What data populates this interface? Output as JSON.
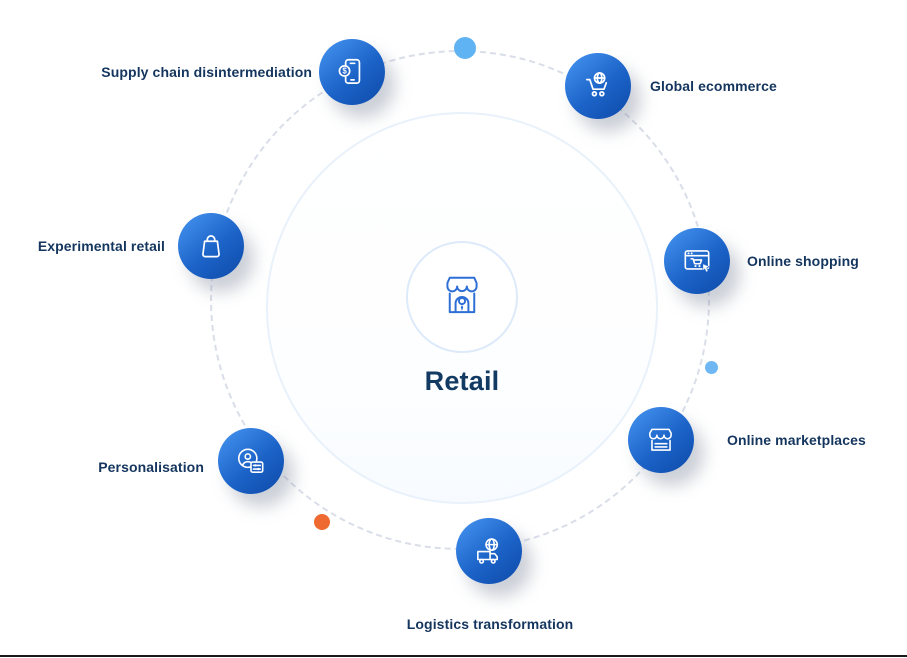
{
  "diagram": {
    "center": {
      "label": "Retail",
      "icon": "storefront-icon"
    },
    "nodes": [
      {
        "label": "Supply chain disintermediation",
        "icon": "mobile-payment-icon"
      },
      {
        "label": "Global ecommerce",
        "icon": "cart-globe-icon"
      },
      {
        "label": "Online shopping",
        "icon": "browser-cart-cursor-icon"
      },
      {
        "label": "Online marketplaces",
        "icon": "storefront-awning-icon"
      },
      {
        "label": "Logistics transformation",
        "icon": "globe-truck-icon"
      },
      {
        "label": "Personalisation",
        "icon": "target-person-sliders-icon"
      },
      {
        "label": "Experimental retail",
        "icon": "shopping-bag-icon"
      }
    ],
    "dots": [
      {
        "position": "top",
        "color": "#5fb3f2"
      },
      {
        "position": "right",
        "color": "#6fb7f3"
      },
      {
        "position": "bottom-left",
        "color": "#ee6a31"
      }
    ],
    "colors": {
      "node_gradient_start": "#4796f2",
      "node_gradient_end": "#0d4aa8",
      "label_text": "#14355e",
      "orbit_dash": "#d9dee8",
      "center_icon": "#2e6fd6"
    }
  }
}
